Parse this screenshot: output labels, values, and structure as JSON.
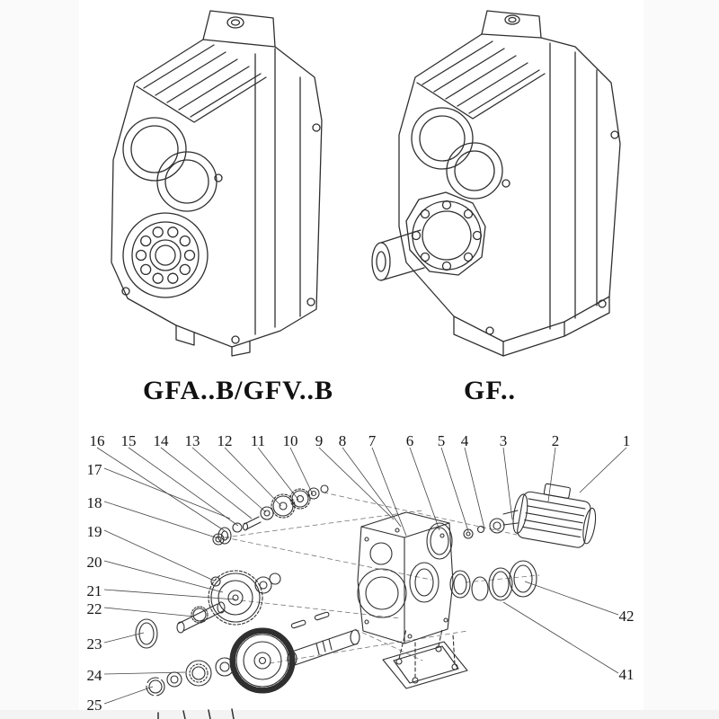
{
  "figures": {
    "left_label": "GFA..B/GFV..B",
    "right_label": "GF.."
  },
  "exploded": {
    "top": [
      "16",
      "15",
      "14",
      "13",
      "12",
      "11",
      "10",
      "9",
      "8",
      "7",
      "6",
      "5",
      "4",
      "3",
      "2",
      "1"
    ],
    "left": [
      "17",
      "18",
      "19",
      "20",
      "21",
      "22",
      "23",
      "24",
      "25"
    ],
    "right": [
      "42",
      "41"
    ]
  },
  "colors": {
    "line": "#2f2f2f",
    "leader": "#444444",
    "background": "#ffffff"
  }
}
